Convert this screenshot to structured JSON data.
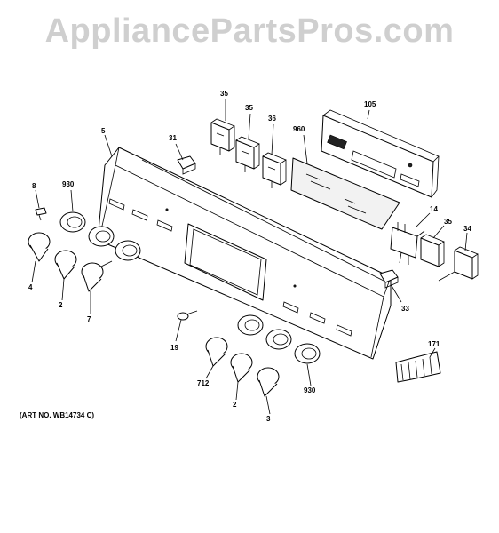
{
  "watermark": "AppliancePartsPros.com",
  "art_number": "(ART NO. WB14734 C)",
  "callouts": {
    "c35a": "35",
    "c35b": "35",
    "c36": "36",
    "c960": "960",
    "c105": "105",
    "c5": "5",
    "c31": "31",
    "c8": "8",
    "c930a": "930",
    "c14": "14",
    "c35c": "35",
    "c34": "34",
    "c4": "4",
    "c2a": "2",
    "c7": "7",
    "c33": "33",
    "c19": "19",
    "c171": "171",
    "c712": "712",
    "c2b": "2",
    "c930b": "930",
    "c3": "3"
  }
}
